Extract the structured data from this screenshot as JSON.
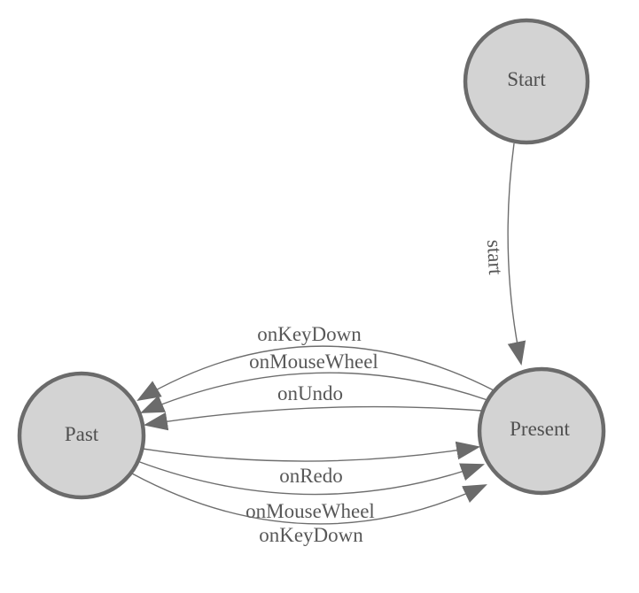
{
  "diagram": {
    "type": "state-machine",
    "background": "#ffffff",
    "colors": {
      "node_fill": "#d3d3d3",
      "node_stroke": "#6b6b6b",
      "edge_stroke": "#6e6e6e",
      "arrow_fill": "#6b6b6b",
      "node_label_color": "#4f4f4f",
      "edge_label_color": "#585858"
    },
    "nodes": [
      {
        "id": "start",
        "label": "Start"
      },
      {
        "id": "present",
        "label": "Present"
      },
      {
        "id": "past",
        "label": "Past"
      }
    ],
    "edges": [
      {
        "from": "Start",
        "to": "Present",
        "label": "start"
      },
      {
        "from": "Present",
        "to": "Past",
        "label": "onKeyDown"
      },
      {
        "from": "Present",
        "to": "Past",
        "label": "onMouseWheel"
      },
      {
        "from": "Present",
        "to": "Past",
        "label": "onUndo"
      },
      {
        "from": "Past",
        "to": "Present",
        "label": "onRedo"
      },
      {
        "from": "Past",
        "to": "Present",
        "label": "onMouseWheel"
      },
      {
        "from": "Past",
        "to": "Present",
        "label": "onKeyDown"
      }
    ]
  }
}
